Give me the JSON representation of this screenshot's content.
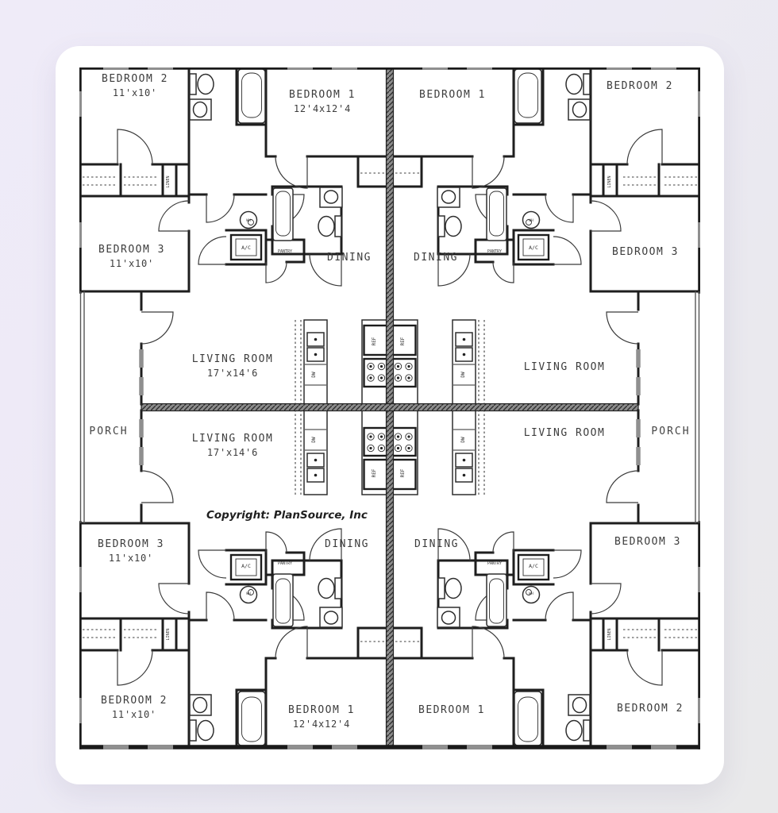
{
  "floor_plan": {
    "description": "fourplex floor plan, four mirrored 3-bedroom units",
    "copyright": "Copyright: PlanSource, Inc",
    "porches": {
      "left": "PORCH",
      "right": "PORCH"
    },
    "fixture_labels": {
      "pantry": "PANTRY",
      "linen": "LINEN",
      "ac": "A/C",
      "water_heater": "WH",
      "refrigerator": "REF",
      "dishwasher": "DW"
    },
    "units": {
      "upper_left": {
        "bedroom1": "BEDROOM 1",
        "bedroom1_dims": "12'4x12'4",
        "bedroom2": "BEDROOM 2",
        "bedroom2_dims": "11'x10'",
        "bedroom3": "BEDROOM 3",
        "bedroom3_dims": "11'x10'",
        "dining": "DINING",
        "living": "LIVING ROOM",
        "living_dims": "17'x14'6"
      },
      "upper_right": {
        "bedroom1": "BEDROOM 1",
        "bedroom2": "BEDROOM 2",
        "bedroom3": "BEDROOM 3",
        "dining": "DINING",
        "living": "LIVING ROOM"
      },
      "lower_left": {
        "bedroom1": "BEDROOM 1",
        "bedroom1_dims": "12'4x12'4",
        "bedroom2": "BEDROOM 2",
        "bedroom2_dims": "11'x10'",
        "bedroom3": "BEDROOM 3",
        "bedroom3_dims": "11'x10'",
        "dining": "DINING",
        "living": "LIVING ROOM",
        "living_dims": "17'x14'6"
      },
      "lower_right": {
        "bedroom1": "BEDROOM 1",
        "bedroom2": "BEDROOM 2",
        "bedroom3": "BEDROOM 3",
        "dining": "DINING",
        "living": "LIVING ROOM"
      }
    }
  }
}
